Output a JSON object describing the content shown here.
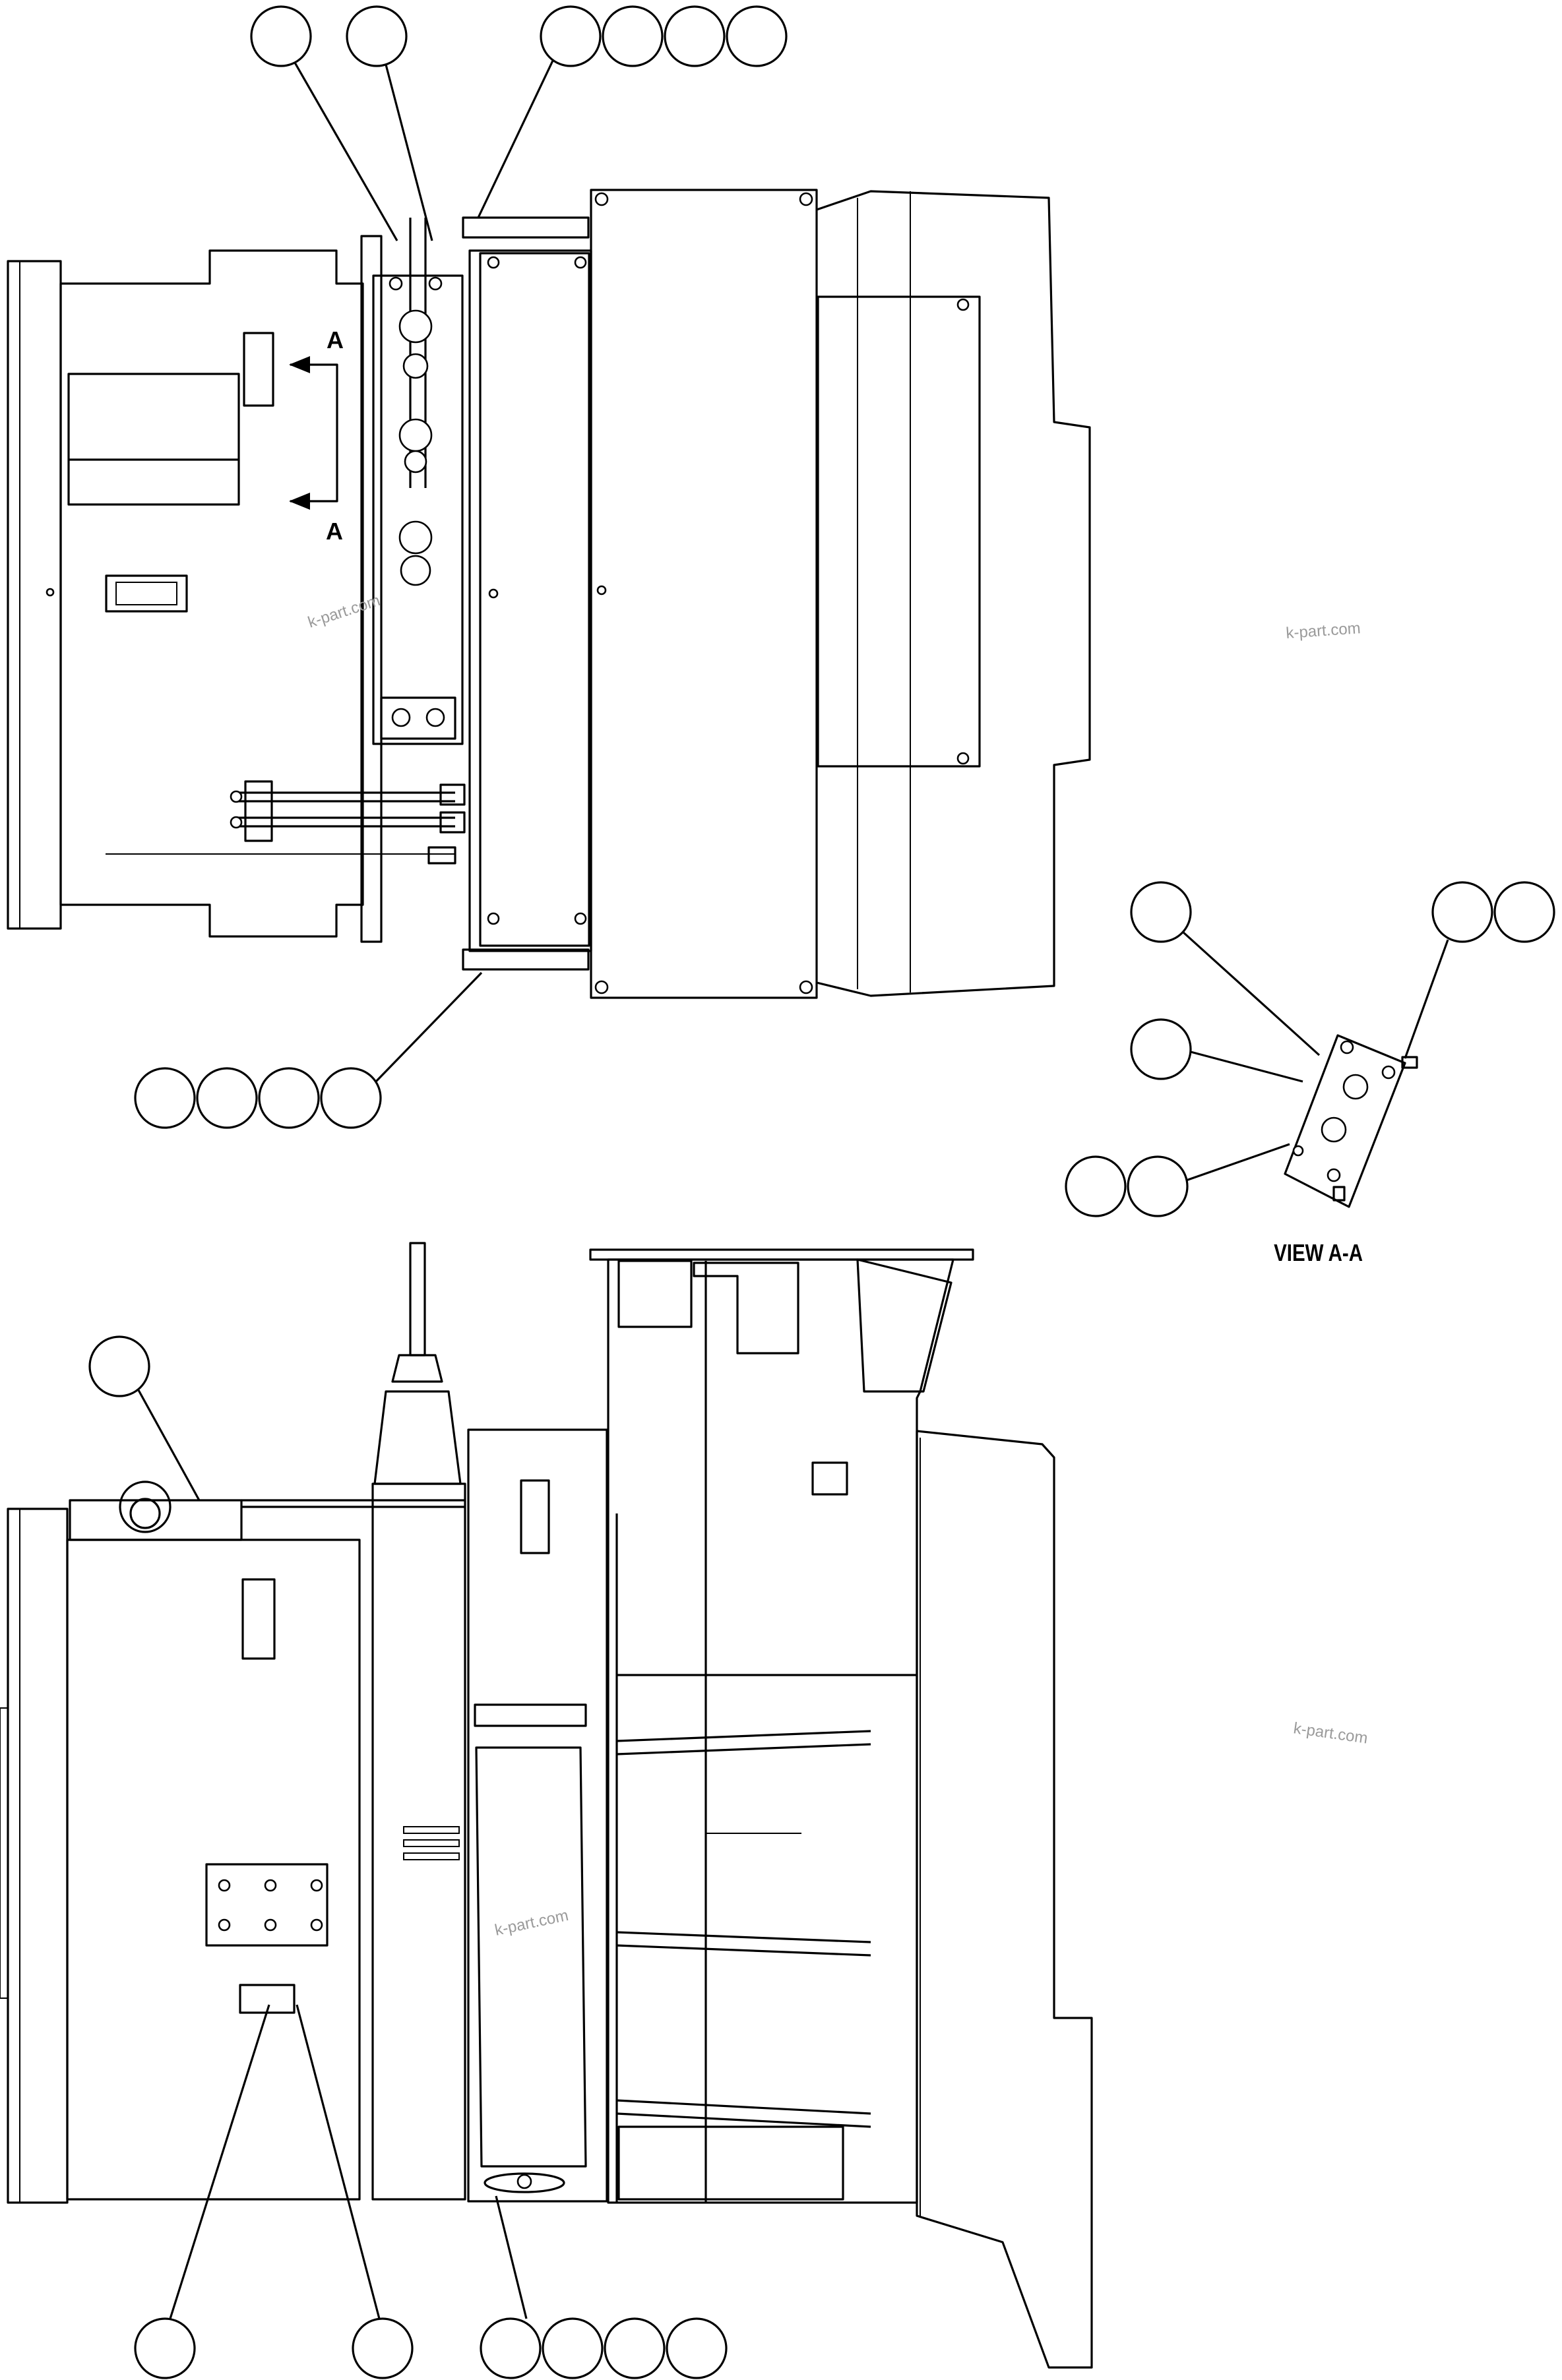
{
  "labels": {
    "section_arrow_top": "A",
    "section_arrow_bottom": "A",
    "view_title": "VIEW A-A"
  },
  "watermarks": [
    "k-part.com",
    "k-part.com",
    "k-part.com",
    "k-part.com"
  ],
  "balloons": {
    "top_view_count": 6,
    "top_view_bottom_count": 4,
    "view_aa_count": 6,
    "side_view_count": 7
  }
}
